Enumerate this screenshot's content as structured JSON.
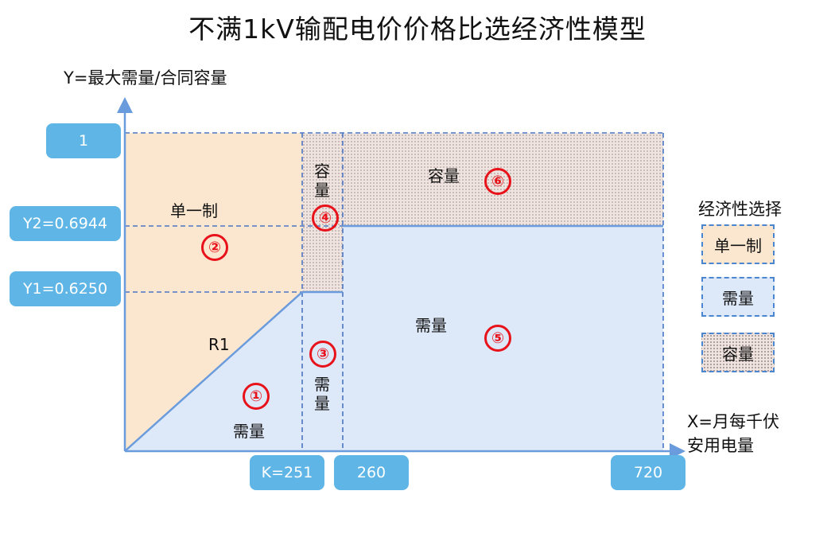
{
  "title": "不满1kV输配电价价格比选经济性模型",
  "y_axis_label": "Y=最大需量/合同容量",
  "x_axis_label_line1": "X=月每千伏",
  "x_axis_label_line2": "安用电量",
  "y_ticks": {
    "top": "1",
    "y2": "Y2=0.6944",
    "y1": "Y1=0.6250"
  },
  "x_ticks": {
    "k": "K=251",
    "x260": "260",
    "x720": "720"
  },
  "regions": {
    "single": "单一制",
    "demand_left": "需量",
    "demand_mid": "需量",
    "demand_right": "需量",
    "capacity_mid": "容量",
    "capacity_right": "容量",
    "r1": "R1"
  },
  "markers": {
    "m1": "①",
    "m2": "②",
    "m3": "③",
    "m4": "④",
    "m5": "⑤",
    "m6": "⑥"
  },
  "legend": {
    "title": "经济性选择",
    "single": "单一制",
    "demand": "需量",
    "capacity": "容量"
  },
  "colors": {
    "single_fill": "#fbe7cf",
    "demand_fill": "#dde8f8",
    "capacity_fill": "#efe4df",
    "axis": "#6a9bdc",
    "tick_box": "#5fb6e6",
    "marker": "#e8121b"
  }
}
